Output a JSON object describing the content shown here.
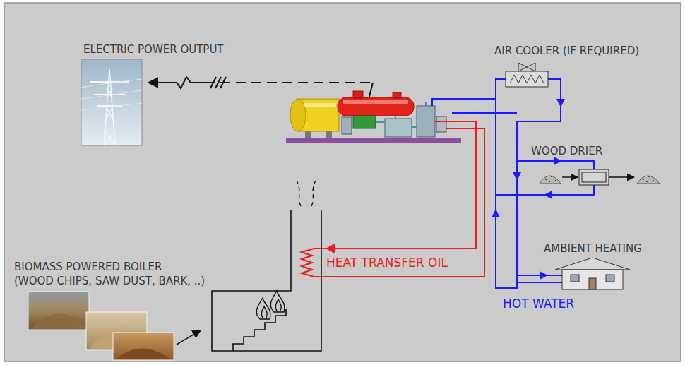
{
  "diagram": {
    "nodes": [
      {
        "text": [
          "ELECTRIC POWER OUTPUT"
        ]
      },
      {
        "text": [
          "AIR COOLER (IF REQUIRED)"
        ]
      },
      {
        "text": [
          "WOOD DRIER"
        ]
      },
      {
        "text": [
          "AMBIENT HEATING"
        ]
      },
      {
        "text": [
          "BIOMASS POWERED BOILER",
          "(WOOD CHIPS, SAW DUST, BARK, ..)"
        ]
      }
    ],
    "labels": [
      "HEAT TRANSFER OIL",
      "HOT WATER"
    ]
  }
}
